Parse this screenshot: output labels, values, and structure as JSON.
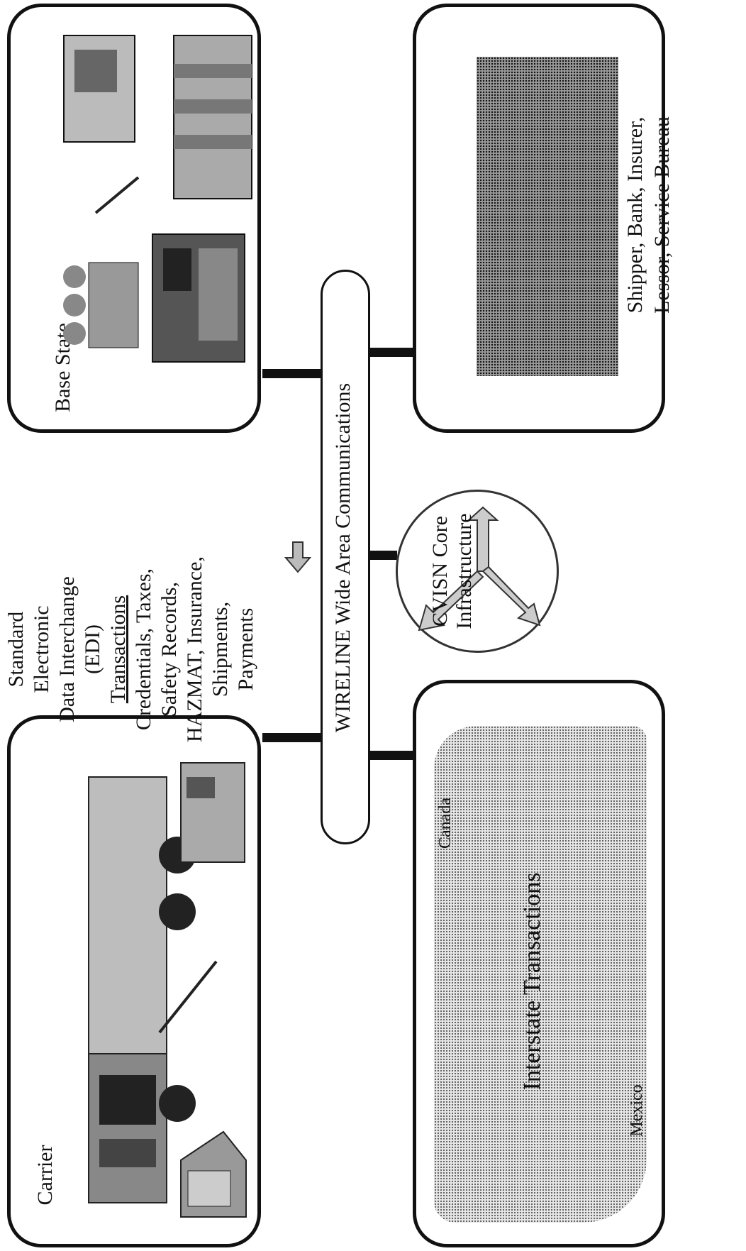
{
  "boxes": {
    "carrier": {
      "label": "Carrier"
    },
    "base_state": {
      "label": "Base State"
    },
    "map": {
      "canada": "Canada",
      "mexico": "Mexico",
      "interstate": "Interstate Transactions"
    },
    "shipper": {
      "line1": "Shipper, Bank, Insurer,",
      "line2": "Lessor, Service Bureau"
    }
  },
  "wireline": {
    "label": "WIRELINE Wide Area Communications"
  },
  "core": {
    "line1": "CVISN Core",
    "line2": "Infrastructure"
  },
  "edi": {
    "line1": "Standard",
    "line2": "Electronic",
    "line3": "Data Interchange",
    "line4": "(EDI)",
    "line5": "Transactions",
    "line6": "Credentials, Taxes,",
    "line7": "Safety Records,",
    "line8": "HAZMAT, Insurance,",
    "line9": "Shipments,",
    "line10": "Payments"
  }
}
